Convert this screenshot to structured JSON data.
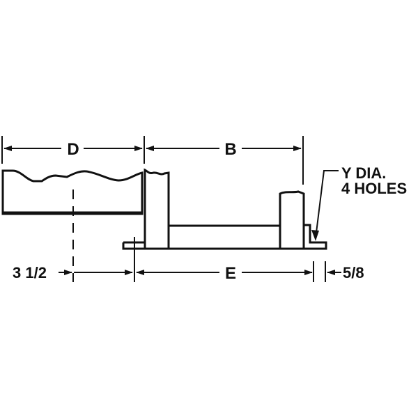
{
  "labels": {
    "d": "D",
    "b": "B",
    "e": "E",
    "left_offset": "3 1/2",
    "right_offset": "5/8",
    "note_line1": "Y DIA.",
    "note_line2": "4 HOLES"
  },
  "colors": {
    "ink": "#111111",
    "background": "#ffffff"
  }
}
